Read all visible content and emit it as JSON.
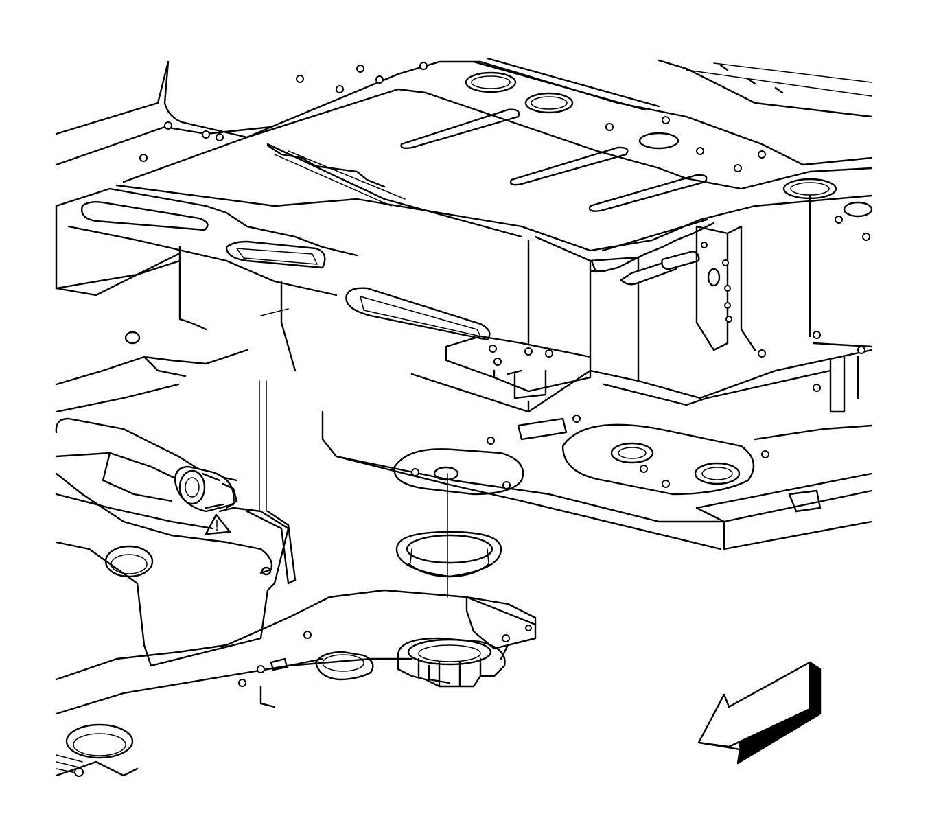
{
  "diagram": {
    "colors": {
      "line": "#000000",
      "background": "#ffffff"
    },
    "parts": [
      {
        "key": "floor-pan-underbody",
        "icon": "floor-pan-icon"
      },
      {
        "key": "frame-crossmember",
        "icon": "crossmember-icon"
      },
      {
        "key": "body-mount-insulator",
        "icon": "insulator-icon"
      },
      {
        "key": "frame-body-mount",
        "icon": "mount-icon"
      },
      {
        "key": "warning-triangle",
        "icon": "warning-triangle-icon"
      },
      {
        "key": "front-direction-arrow",
        "icon": "arrow-icon"
      }
    ]
  }
}
